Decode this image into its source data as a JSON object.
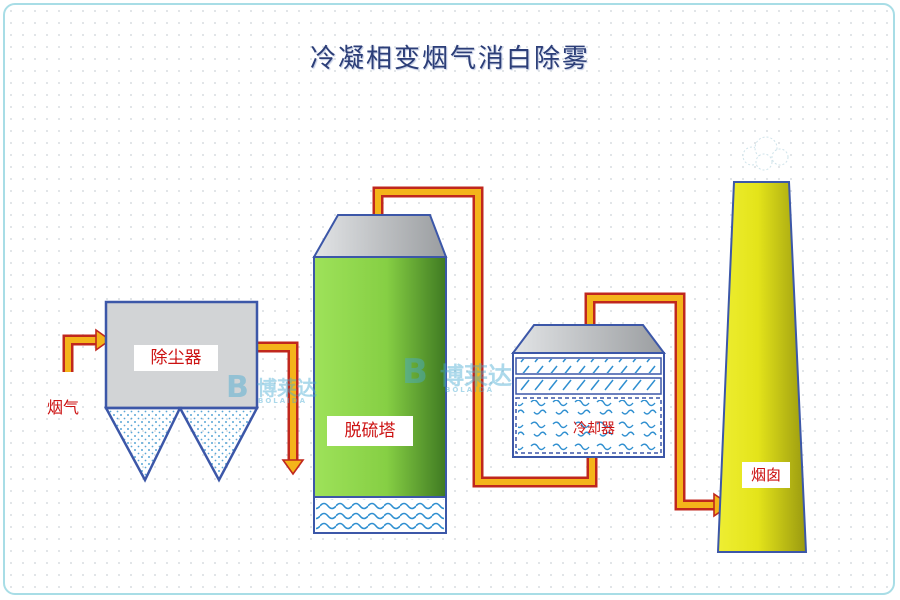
{
  "diagram": {
    "title": "冷凝相变烟气消白除雾",
    "inlet_label": "烟气",
    "nodes": {
      "dust_collector": "除尘器",
      "desulfurization_tower": "脱硫塔",
      "cooler": "冷却器",
      "chimney": "烟囱"
    },
    "watermark": {
      "text": "博莱达",
      "sub": "BOLAIDA"
    },
    "colors": {
      "title": "#2c3e78",
      "label_text": "#cc1111",
      "pipe_fill": "#f4b41a",
      "pipe_border": "#c0271d",
      "tower_green": "#8dd44a",
      "chimney_yellow": "#e6e61a",
      "housing_gray": "#c8cacc",
      "frame_border": "#a8dde6"
    }
  }
}
